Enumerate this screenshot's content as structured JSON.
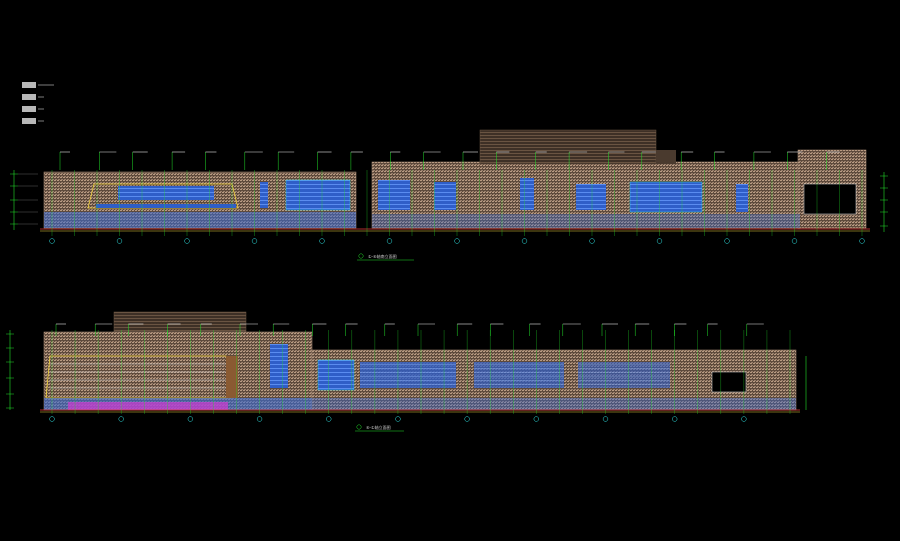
{
  "canvas_label": "",
  "legend": {
    "items": [
      {
        "swatch": "#b8b8b8",
        "line": "#d0d0d0"
      },
      {
        "swatch": "#b8b8b8",
        "line": "#d0d0d0"
      },
      {
        "swatch": "#b8b8b8",
        "line": "#d0d0d0"
      },
      {
        "swatch": "#b8b8b8",
        "line": "#d0d0d0"
      }
    ]
  },
  "drawings": [
    {
      "id": "elevation-upper",
      "caption": "①-⑥轴南立面图",
      "marker": "①"
    },
    {
      "id": "elevation-lower",
      "caption": "⑥-①轴立面图",
      "marker": "②"
    }
  ],
  "colors": {
    "background": "#000000",
    "brick": "#8a6e5a",
    "brick_light": "#b89a82",
    "glass_blue": "#3a6cd6",
    "grid_green": "#22e02a",
    "outline_yellow": "#f2d43c",
    "magenta": "#d23ad2",
    "red": "#e83a3a",
    "cyan": "#30e6e6",
    "white": "#e6e6e6",
    "grey": "#9a9a9a",
    "roof_brown": "#5a4636"
  }
}
